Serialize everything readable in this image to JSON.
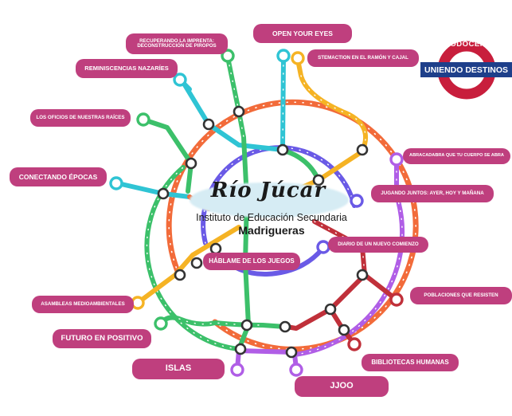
{
  "center": {
    "title": "Río Júcar",
    "subtitle": "Instituto de Educación Secundaria",
    "town": "Madrigueras"
  },
  "roundel": {
    "top_text": "CODOCENCIA",
    "bar_text": "UNIENDO DESTINOS",
    "ring_color": "#c81e3c",
    "bar_color": "#1e3f8a"
  },
  "labels": {
    "recuperando_line1": "RECUPERANDO LA IMPRENTA:",
    "recuperando_line2": "DECONSTRUCCIÓN DE PIROPOS",
    "open_your_eyes": "OPEN YOUR EYES",
    "stemaction": "STEMACTION EN EL RAMÓN Y CAJAL",
    "reminiscencias": "REMINISCENCIAS NAZARÍES",
    "oficios": "LOS OFICIOS DE NUESTRAS RAÍCES",
    "conectando": "CONECTANDO ÉPOCAS",
    "abracadabra": "ABRACADABRA QUE TU CUERPO SE ABRA",
    "jugando": "JUGANDO JUNTOS: AYER, HOY Y MAÑANA",
    "diario": "DIARIO DE UN NUEVO COMIENZO",
    "hablame": "HÁBLAME DE LOS JUEGOS",
    "poblaciones": "POBLACIONES QUE RESISTEN",
    "asambleas": "ASAMBLEAS MEDIOAMBIENTALES",
    "futuro": "FUTURO EN POSITIVO",
    "bibliotecas": "BIBLIOTECAS HUMANAS",
    "islas": "ISLAS",
    "jjoo": "JJOO"
  },
  "colors": {
    "pill": "#bf3f7e",
    "orange_line": "#f26b3a",
    "green_line": "#3cc06a",
    "cyan_line": "#2fc4d4",
    "yellow_line": "#f5b324",
    "purple_line": "#b05ee6",
    "blue_line": "#6a5ae6",
    "red_line": "#c0303a"
  }
}
